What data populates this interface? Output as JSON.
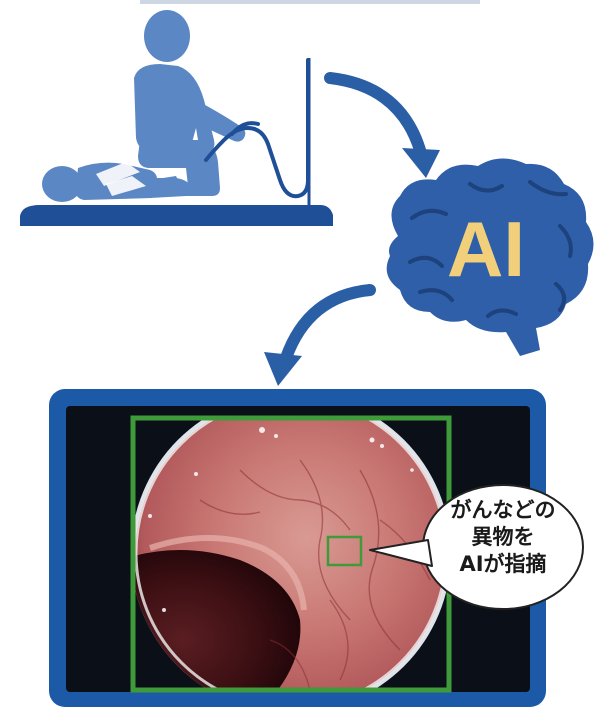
{
  "ai_label": "AI",
  "callout": {
    "lines": [
      "がんなどの",
      "異物を",
      "AIが指摘"
    ]
  },
  "colors": {
    "figure_blue": "#5b88c4",
    "floor_blue": "#1f4f97",
    "arrow_blue": "#2a5fa6",
    "brain_blue": "#2e5fa8",
    "ai_text": "#f2cf7a",
    "monitor_frame": "#1c5aa8",
    "monitor_screen": "#0b0f17",
    "detection_box": "#3f9a3a"
  },
  "icons": [
    "person-icon",
    "patient-icon",
    "endoscope-icon",
    "brain-icon",
    "monitor-icon",
    "endoscopy-image",
    "detection-box-icon"
  ]
}
